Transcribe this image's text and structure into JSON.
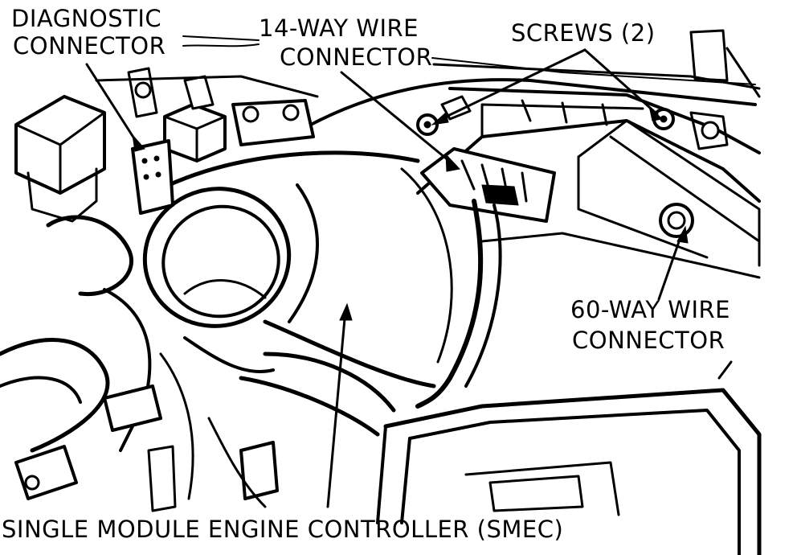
{
  "labels": {
    "diagnostic_line1": "DIAGNOSTIC",
    "diagnostic_line2": "CONNECTOR",
    "fourteen_line1": "14-WAY WIRE",
    "fourteen_line2": "CONNECTOR",
    "screws": "SCREWS (2)",
    "sixty_line1": "60-WAY WIRE",
    "sixty_line2": "CONNECTOR",
    "smec": "SINGLE MODULE ENGINE CONTROLLER (SMEC)"
  },
  "colors": {
    "ink": "#000000",
    "paper": "#ffffff"
  }
}
